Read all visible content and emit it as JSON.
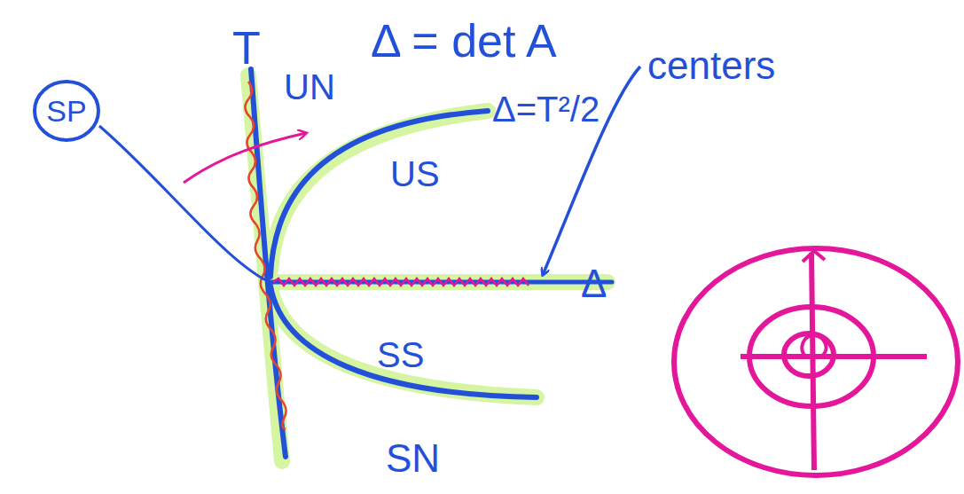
{
  "diagram": {
    "nodes": [
      {
        "text": [
          "SP"
        ]
      }
    ],
    "labels": [
      "T",
      "Δ = det A",
      "UN",
      "Δ=T²/2",
      "centers",
      "US",
      "Δ",
      "SS",
      "SN"
    ]
  }
}
